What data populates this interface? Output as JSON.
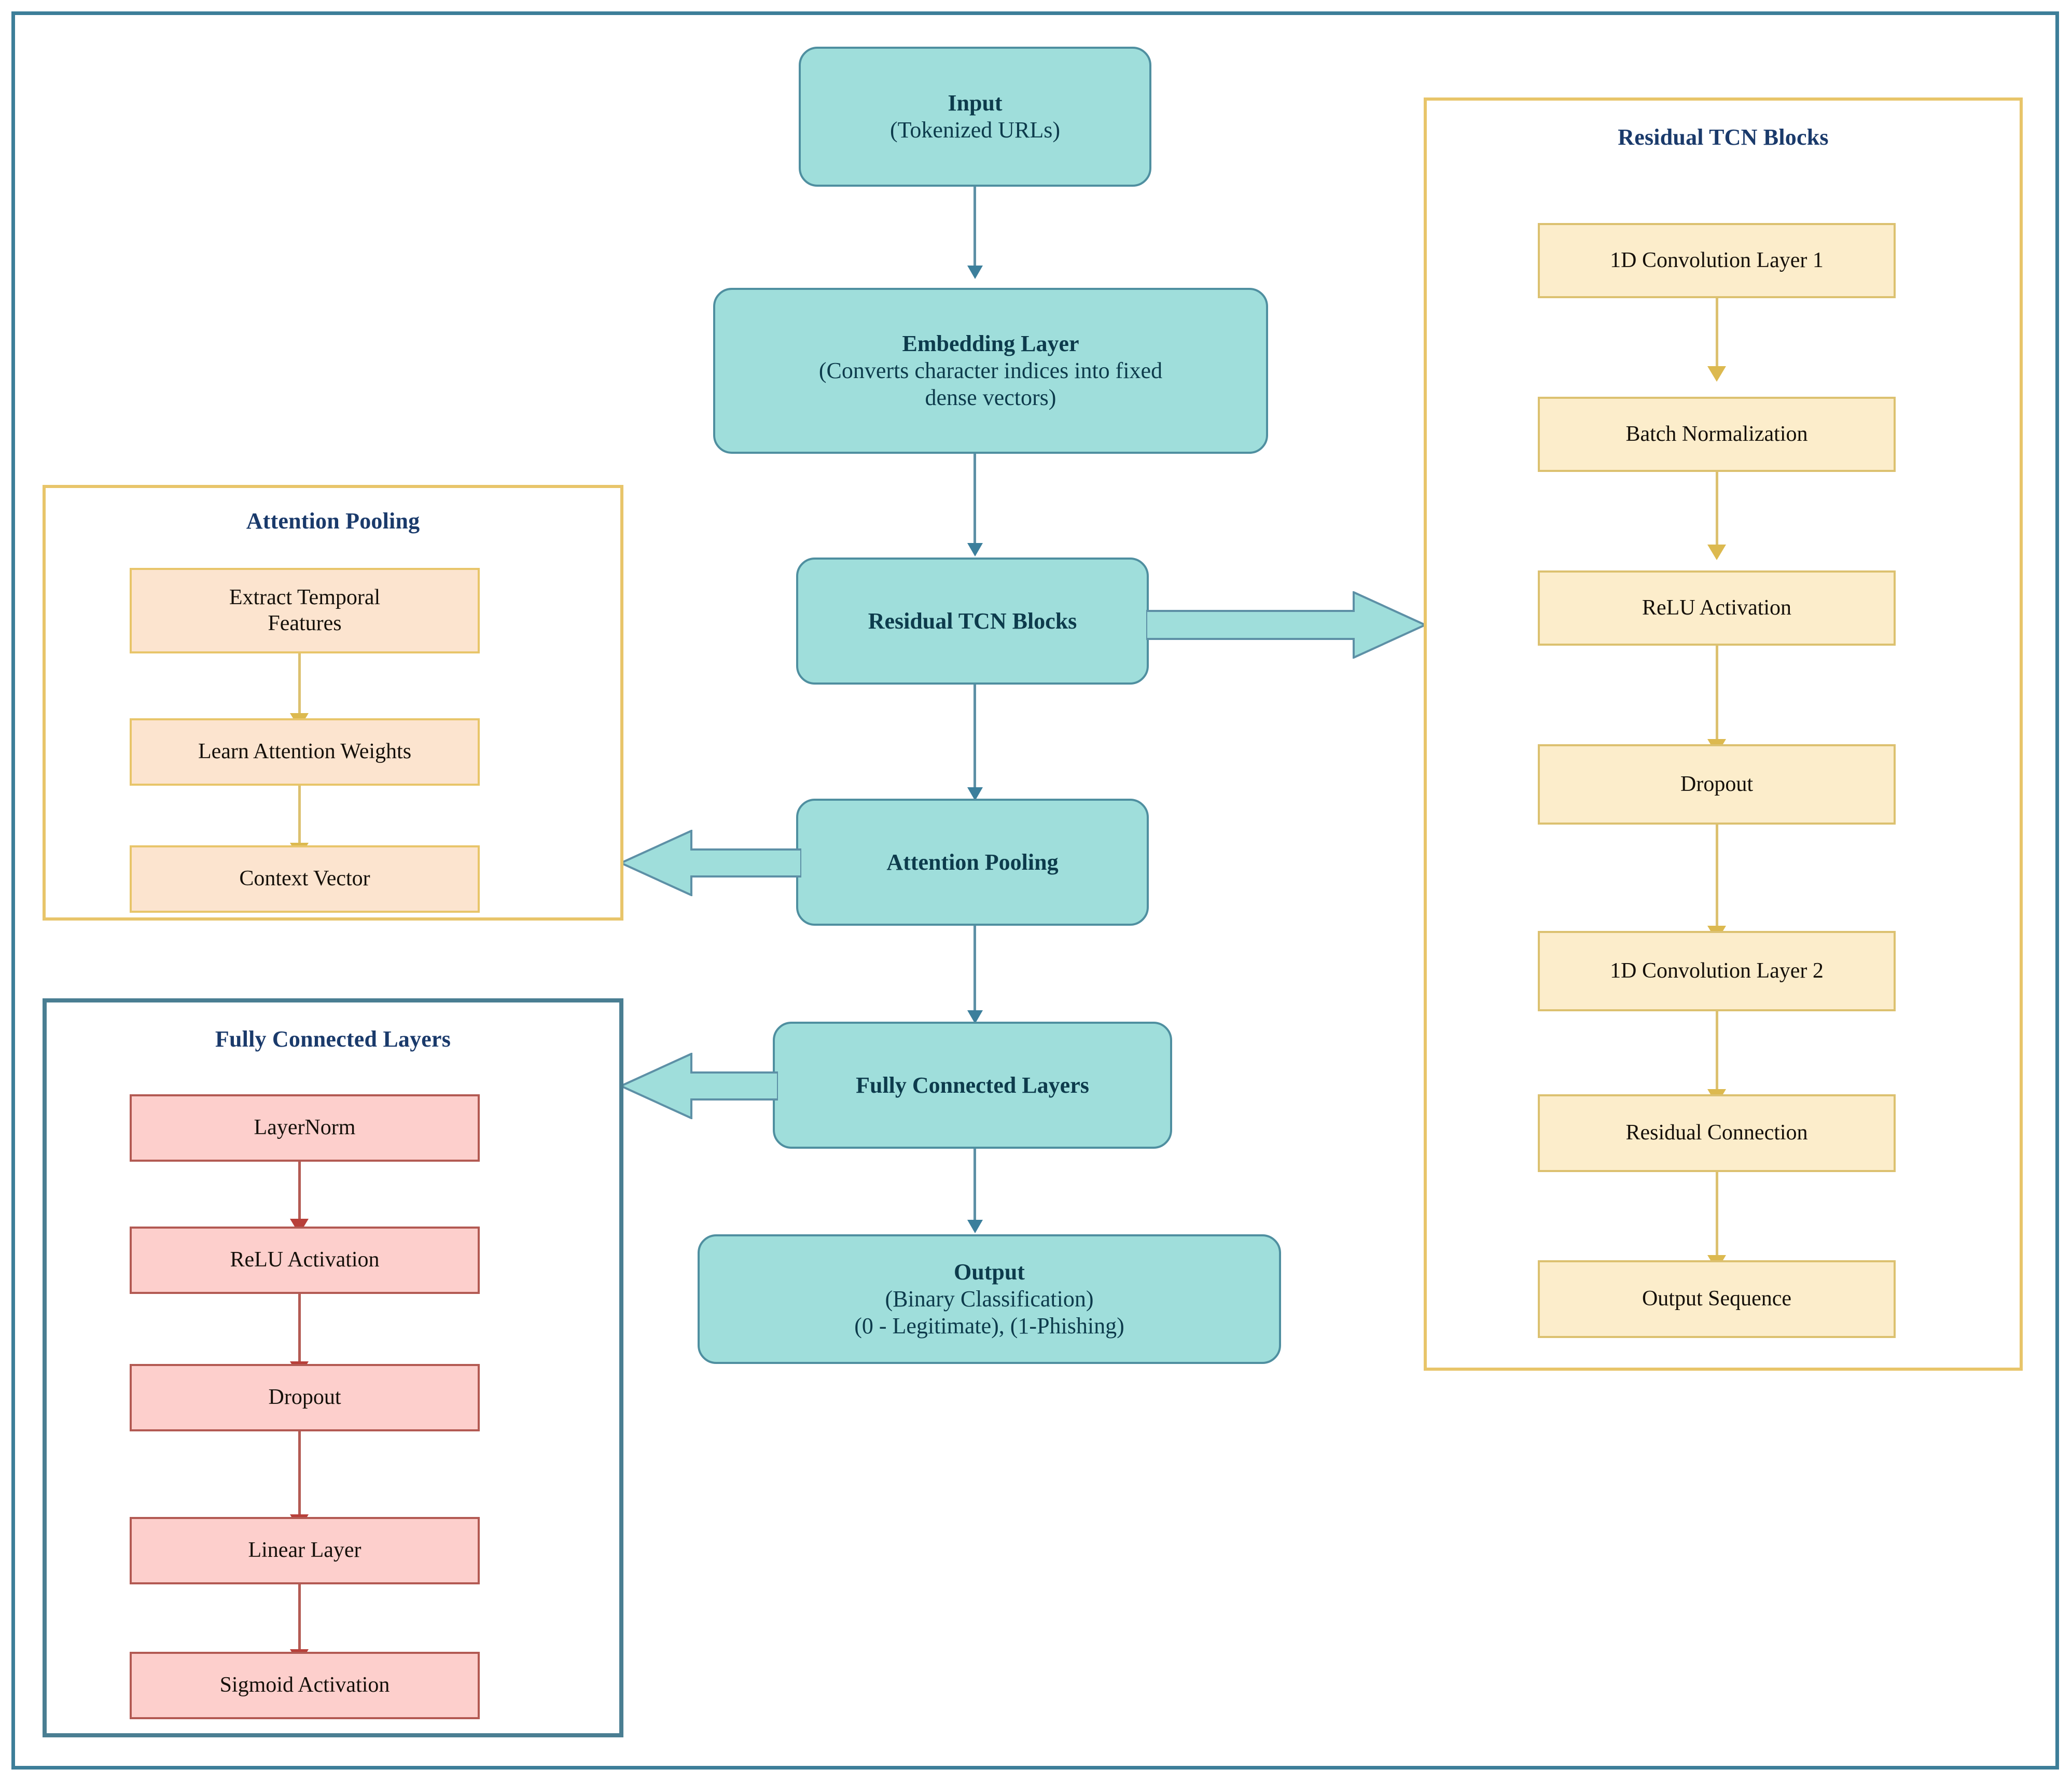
{
  "diagram": {
    "title_color": "#1a3a6b",
    "colors": {
      "teal_fill": "#9fdedb",
      "teal_stroke": "#4f8fa0",
      "gold_fill": "#fcedcb",
      "gold_stroke": "#dcc170",
      "peach_fill": "#fce4cf",
      "pink_fill": "#fdcfcc",
      "pink_stroke": "#b35a53",
      "outer_border": "#3d7e99"
    }
  },
  "main_flow": {
    "nodes": [
      {
        "id": "input",
        "title": "Input",
        "lines": [
          "(Tokenized URLs)"
        ]
      },
      {
        "id": "embedding",
        "title": "Embedding Layer",
        "lines": [
          "(Converts character indices into fixed",
          "dense vectors)"
        ]
      },
      {
        "id": "tcn",
        "title": "Residual TCN Blocks",
        "lines": []
      },
      {
        "id": "attention",
        "title": "Attention Pooling",
        "lines": []
      },
      {
        "id": "fc",
        "title": "Fully Connected Layers",
        "lines": []
      },
      {
        "id": "output",
        "title": "Output",
        "lines": [
          "(Binary Classification)",
          "(0 - Legitimate), (1-Phishing)"
        ]
      }
    ]
  },
  "tcn_panel": {
    "title": "Residual TCN Blocks",
    "steps": [
      "1D Convolution Layer 1",
      "Batch Normalization",
      "ReLU Activation",
      "Dropout",
      "1D Convolution Layer 2",
      "Residual Connection",
      "Output Sequence"
    ]
  },
  "attention_panel": {
    "title": "Attention Pooling",
    "steps": [
      "Extract Temporal\nFeatures",
      "Learn Attention Weights",
      "Context Vector"
    ]
  },
  "fc_panel": {
    "title": "Fully Connected Layers",
    "steps": [
      "LayerNorm",
      "ReLU Activation",
      "Dropout",
      "Linear Layer",
      "Sigmoid Activation"
    ]
  }
}
